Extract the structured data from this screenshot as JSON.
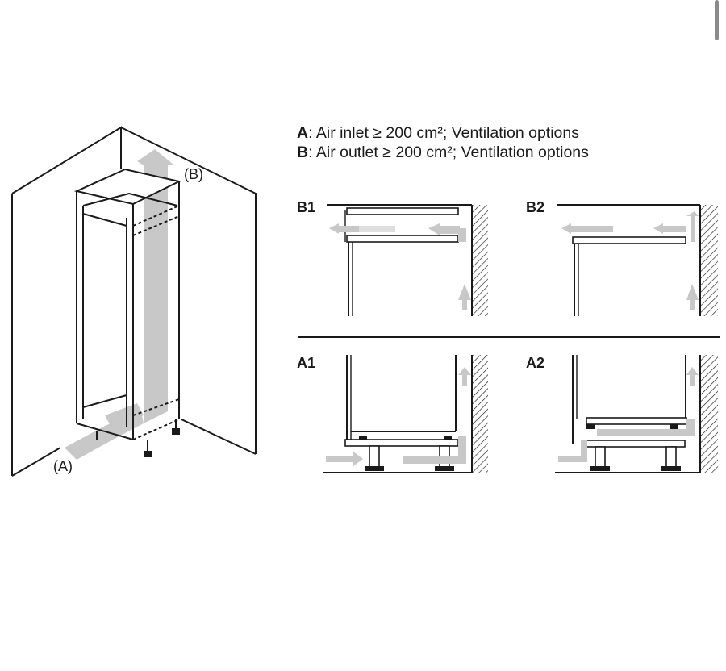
{
  "legend": {
    "a_key": "A",
    "a_text": ": Air inlet ≥ 200 cm²; Ventilation options",
    "b_key": "B",
    "b_text": ": Air outlet ≥ 200 cm²; Ventilation options"
  },
  "cabinet": {
    "label_a": "(A)",
    "label_b": "(B)"
  },
  "panels": {
    "b1": "B1",
    "b2": "B2",
    "a1": "A1",
    "a2": "A2"
  },
  "colors": {
    "line": "#1a1a1a",
    "arrow": "#c8c8c8"
  }
}
